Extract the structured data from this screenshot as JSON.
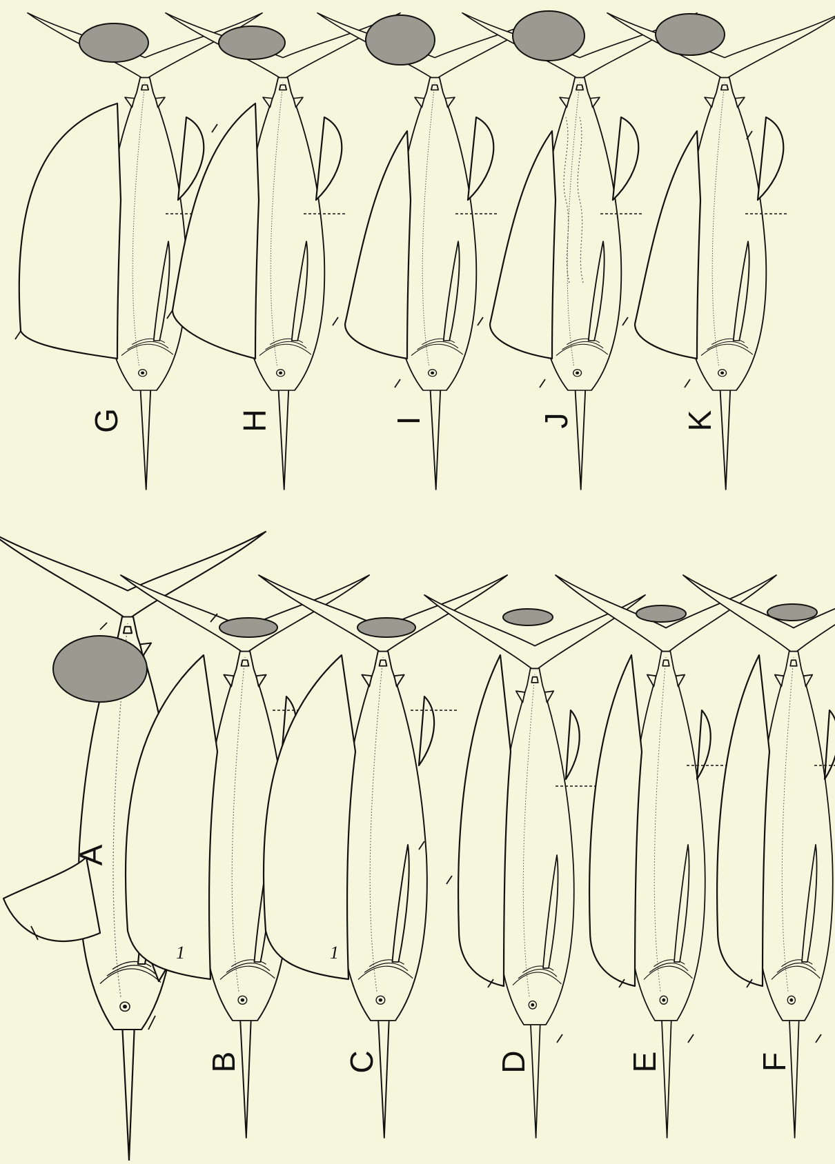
{
  "figure": {
    "panels": [
      {
        "id": "A",
        "label": "A",
        "note": ""
      },
      {
        "id": "B",
        "label": "B",
        "note": "1"
      },
      {
        "id": "C",
        "label": "C",
        "note": "1"
      },
      {
        "id": "D",
        "label": "D",
        "note": ""
      },
      {
        "id": "E",
        "label": "E",
        "note": ""
      },
      {
        "id": "F",
        "label": "F",
        "note": ""
      },
      {
        "id": "G",
        "label": "G",
        "note": ""
      },
      {
        "id": "H",
        "label": "H",
        "note": ""
      },
      {
        "id": "I",
        "label": "I",
        "note": ""
      },
      {
        "id": "J",
        "label": "J",
        "note": ""
      },
      {
        "id": "K",
        "label": "K",
        "note": ""
      }
    ],
    "colors": {
      "background": "#f6f6dc",
      "ink": "#111111",
      "scale_fill": "#9a9a90"
    }
  }
}
